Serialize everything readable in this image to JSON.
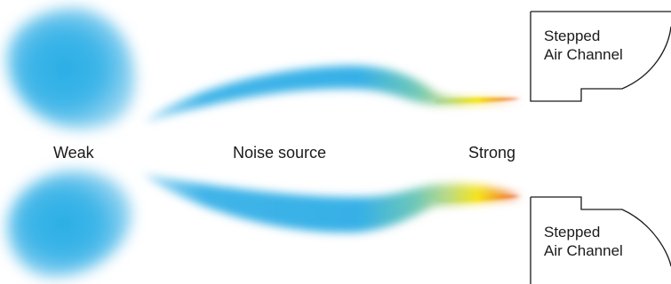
{
  "labels": {
    "weak": "Weak",
    "noise_source": "Noise source",
    "strong": "Strong"
  },
  "channel_top": {
    "line1": "Stepped",
    "line2": "Air Channel"
  },
  "channel_bottom": {
    "line1": "Stepped",
    "line2": "Air Channel"
  },
  "colors": {
    "flow_blue": "#29aee6",
    "flow_teal": "#6cc7b9",
    "flow_yellow": "#f6e51c",
    "flow_orange": "#f08a2a",
    "flow_red": "#e2402a",
    "outline": "#1a1a1a"
  }
}
